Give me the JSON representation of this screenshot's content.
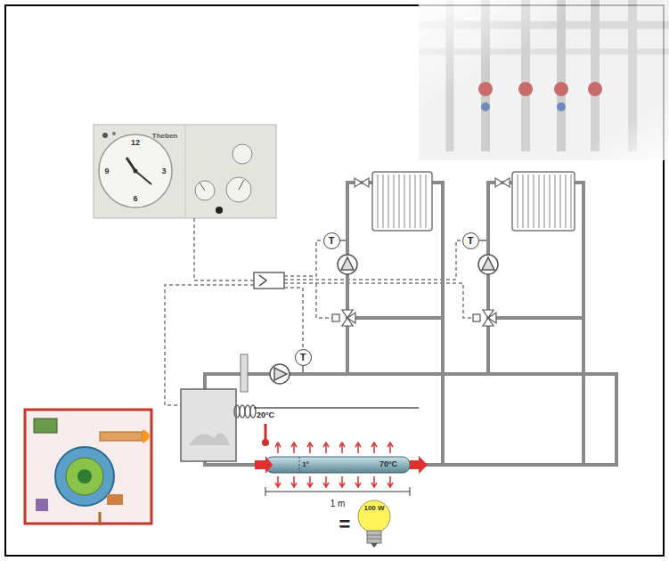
{
  "diagram": {
    "nodes": [
      {
        "text": [
          "T"
        ]
      },
      {
        "text": [
          "T"
        ]
      },
      {
        "text": [
          "T"
        ]
      }
    ],
    "labels": [
      "Theben",
      "12",
      "3",
      "6",
      "9",
      "20°C",
      "1°",
      "70°C",
      "1 m",
      "=",
      "100 W"
    ]
  }
}
